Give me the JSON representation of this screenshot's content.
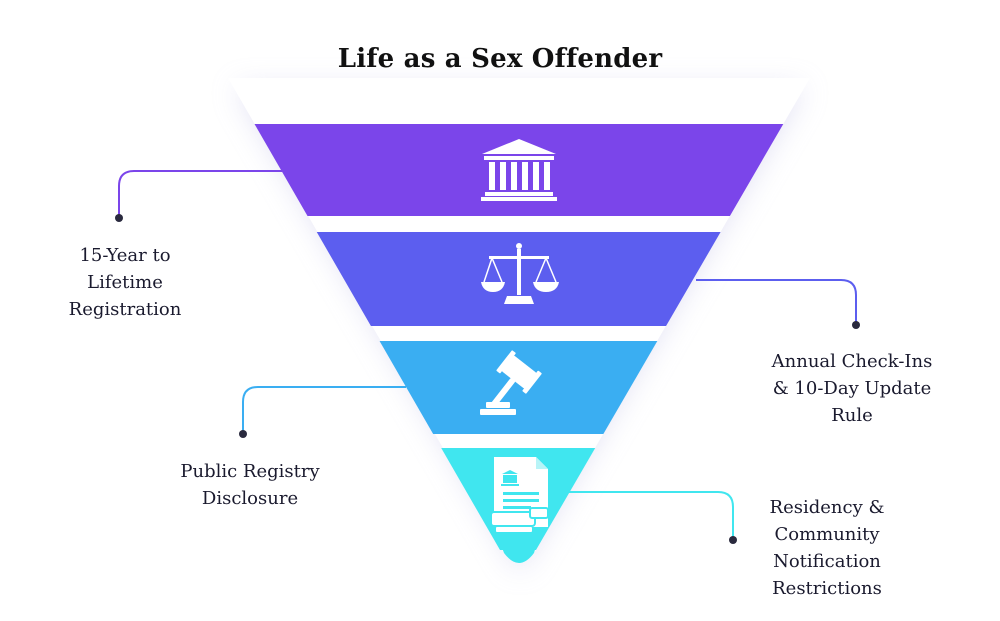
{
  "title": "Life as a Sex Offender",
  "colors": {
    "layer1": "#7b45ea",
    "layer2": "#5c5eef",
    "layer3": "#3aaef2",
    "layer4": "#40e6ef",
    "text": "#1a1a2e",
    "dot": "#2a2a3e"
  },
  "layers": [
    {
      "icon": "courthouse-icon",
      "label": [
        "15-Year to",
        "Lifetime",
        "Registration"
      ]
    },
    {
      "icon": "scales-of-justice-icon",
      "label": [
        "Annual Check-Ins",
        "& 10-Day Update",
        "Rule"
      ]
    },
    {
      "icon": "gavel-icon",
      "label": [
        "Public Registry",
        "Disclosure"
      ]
    },
    {
      "icon": "legal-document-icon",
      "label": [
        "Residency &",
        "Community",
        "Notification",
        "Restrictions"
      ]
    }
  ]
}
